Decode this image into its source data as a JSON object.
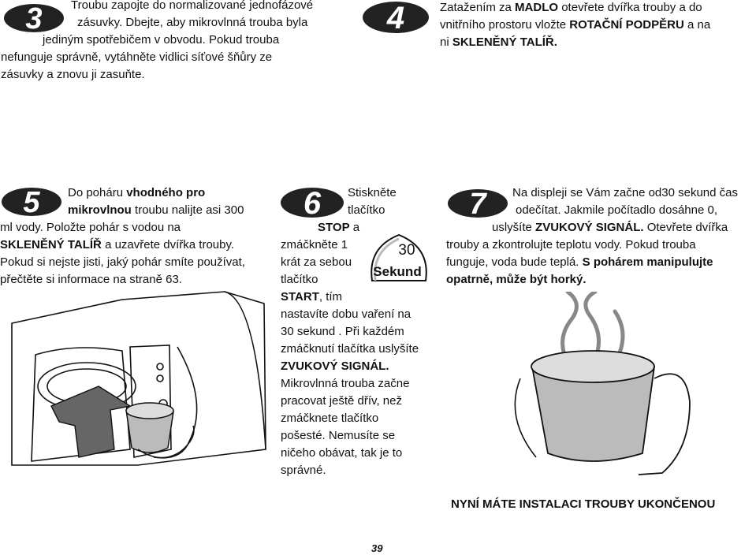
{
  "steps": {
    "s3": {
      "number": "3",
      "line1": "Troubu zapojte do normalizované jednofázové",
      "line2": "zásuvky. Dbejte, aby mikrovlnná trouba byla",
      "line3": "jediným spotřebičem v obvodu. Pokud trouba",
      "line4": "nefunguje správně, vytáhněte vidlici síťové šňůry ze",
      "line5": "zásuvky a znovu ji zasuňte."
    },
    "s4": {
      "number": "4",
      "l1_a": "Zatažením za ",
      "l1_b": "MADLO",
      "l1_c": " otevřete dvířka trouby a do",
      "l2_a": "vnitřního prostoru vložte ",
      "l2_b": "ROTAČNÍ PODPĚRU",
      "l2_c": " a na",
      "l3_a": "ni ",
      "l3_b": "SKLENĚNÝ TALÍŘ."
    },
    "s5": {
      "number": "5",
      "l1_a": "Do poháru ",
      "l1_b": "vhodného pro",
      "l2_a": "mikrovlnou",
      "l2_b": " troubu nalijte asi 300",
      "l3": "ml vody. Položte pohár s vodou na",
      "l4_a": "SKLENĚNÝ TALÍŘ",
      "l4_b": " a  uzavřete dvířka trouby.",
      "l5": "Pokud si nejste jisti, jaký pohár smíte používat,",
      "l6": "přečtěte si informace na straně 63."
    },
    "s6": {
      "number": "6",
      "l1": "Stiskněte",
      "l2": "tlačítko",
      "l3_a": "STOP",
      "l3_b": " a",
      "l4": "zmáčkněte 1",
      "l5": "krát za sebou",
      "l6": "tlačítko",
      "l7_a": "START",
      "l7_b": ", tím",
      "l8": "nastavíte dobu vaření na",
      "l9": "30 sekund . Při každém",
      "l10": "zmáčknutí tlačítka uslyšíte",
      "l11": "ZVUKOVÝ SIGNÁL.",
      "l12": "Mikrovlnná trouba začne",
      "l13": "pracovat ještě dřív, než",
      "l14": "zmáčknete tlačítko",
      "l15": "pošesté. Nemusíte se",
      "l16": "ničeho obávat, tak je to",
      "l17": "správné.",
      "btn_num": "30",
      "btn_label": "Sekund"
    },
    "s7": {
      "number": "7",
      "l1": "Na displeji se Vám začne od30 sekund čas",
      "l2": "odečítat. Jakmile počítadlo dosáhne 0,",
      "l3_a": "uslyšíte ",
      "l3_b": "ZVUKOVÝ SIGNÁL.",
      "l3_c": " Otevřete dvířka",
      "l4": "trouby a zkontrolujte teplotu vody. Pokud trouba",
      "l5_a": "funguje, voda bude teplá. ",
      "l5_b": "S pohárem manipulujte",
      "l6": "opatrně, může být horký."
    }
  },
  "final_note": "NYNÍ MÁTE INSTALACI TROUBY UKONČENOU",
  "page_number": "39",
  "icons": [
    "oval-step-badge",
    "microwave-illustration",
    "hand-with-cup-illustration",
    "30-sekund-button-icon",
    "steaming-cup-illustration"
  ]
}
